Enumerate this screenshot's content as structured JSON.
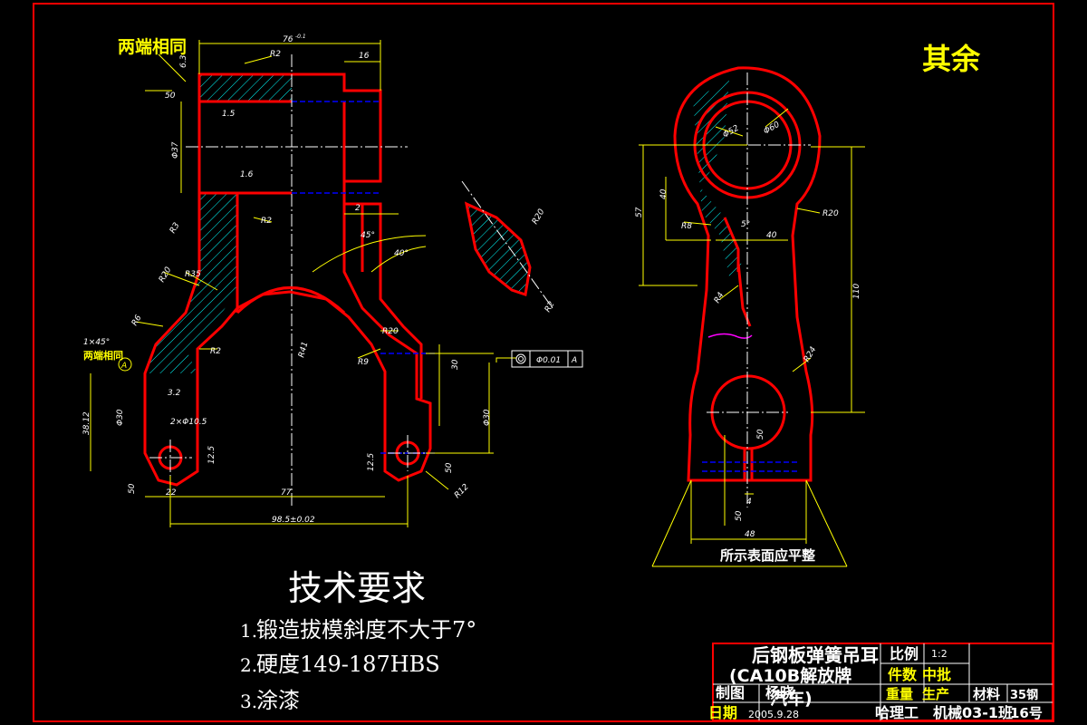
{
  "colors": {
    "background": "#000000",
    "outline": "#ff0000",
    "dimension": "#ffff00",
    "text": "#ffffff",
    "hatch": "#00ffff",
    "centerline": "#ffffff",
    "hidden": "#0000ff"
  },
  "notes": {
    "same_both_ends_top": "两端相同",
    "same_both_ends_left": "两端相同",
    "other": "其余",
    "surface_flat": "所示表面应平整"
  },
  "technical_requirements": {
    "heading": "技术要求",
    "items": [
      {
        "num": "1.",
        "text": "锻造拔模斜度不大于7°"
      },
      {
        "num": "2.",
        "text": "硬度149-187HBS"
      },
      {
        "num": "3.",
        "text": "涂漆"
      }
    ]
  },
  "title_block": {
    "part_name": "后钢板弹簧吊耳",
    "part_code": "(CA10B解放牌",
    "code_suffix": "汽车)",
    "scale_label": "比例",
    "scale_value": "1:2",
    "qty_label": "件数",
    "qty_value": "中批",
    "drawn_label": "制图",
    "drawn_by": "杨晓",
    "date_label": "日期",
    "date_value": "2005.9.28",
    "weight_label": "重量",
    "weight_value": "生产",
    "material_label": "材料",
    "material_value": "35钢",
    "school": "哈理工",
    "class_info": "机械03-1班",
    "number": "16号"
  },
  "dimensions": {
    "width_top": "76",
    "width_top_tol": "-0.1",
    "top_r": "R2",
    "right_16": "16",
    "top_63": "6.3",
    "left_50": "50",
    "rough_15": "1.5",
    "dia_37": "Φ37",
    "rough_16": "1.6",
    "r3": "R3",
    "r2_mid": "R2",
    "r20_left": "R20",
    "r35": "R35",
    "r6": "R6",
    "chamfer": "1×45°",
    "datum": "A",
    "r2_low": "R2",
    "rough_32": "3.2",
    "h_38": "38.12",
    "dia_30_left": "Φ30",
    "holes": "2×Φ10.5",
    "rough_125_l": "12.5",
    "rough_50_l": "50",
    "w_22": "22",
    "w_77": "77",
    "w_985": "98.5±0.02",
    "gap_2": "2",
    "ang_45": "45°",
    "ang_40": "40°",
    "r20_sec": "R20",
    "r2_sec": "R2",
    "r20_mid": "R20",
    "r9": "R9",
    "r41": "R41",
    "h_30": "30",
    "dia_30_right": "Φ30",
    "tolerance": "Φ0.01",
    "tol_datum": "A",
    "rough_125_r": "12.5",
    "rough_50_r": "50",
    "r12": "R12",
    "side_dia52": "Φ52",
    "side_dia60": "Φ60",
    "side_40": "40",
    "side_57": "57",
    "side_r8": "R8",
    "side_5": "5°",
    "side_40b": "40",
    "side_r20": "R20",
    "side_110": "110",
    "side_r4": "R4",
    "side_r24": "R24",
    "side_50": "50",
    "side_4": "4",
    "side_50b": "50",
    "side_48": "48"
  }
}
